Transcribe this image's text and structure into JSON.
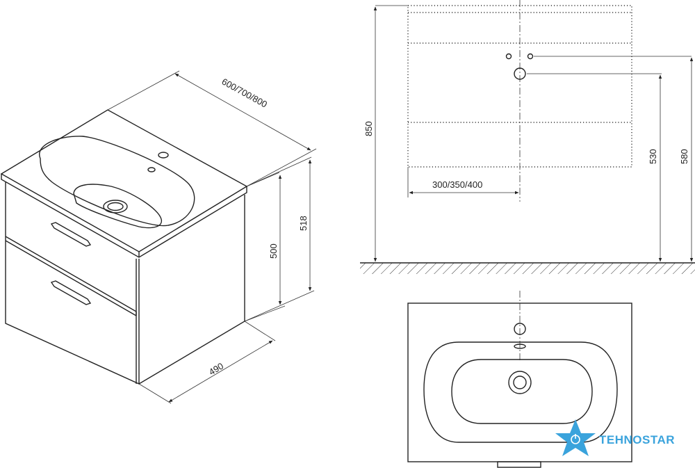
{
  "dimensions": {
    "width": "600/700/800",
    "depth": "490",
    "height_body": "500",
    "height_total": "518",
    "height_install": "850",
    "height_drain_low": "530",
    "height_drain_high": "580",
    "drain_offset": "300/350/400"
  },
  "logo": {
    "text": "TEHNOSTAR",
    "color": "#3aa3dc"
  }
}
